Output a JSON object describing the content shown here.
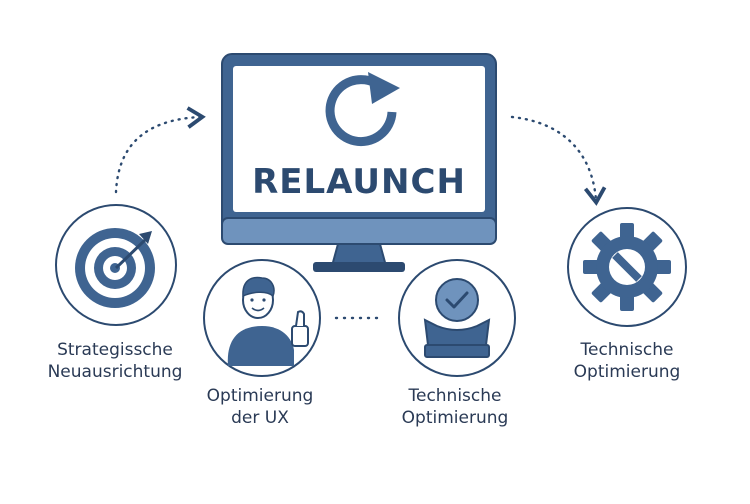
{
  "monitor": {
    "title": "RELAUNCH",
    "icon": "refresh-icon"
  },
  "nodes": [
    {
      "id": "strategy",
      "icon": "target-icon",
      "label_line1": "Strategissche",
      "label_line2": "Neuausrichtung"
    },
    {
      "id": "ux",
      "icon": "person-thumbs-up-icon",
      "label_line1": "Optimierung",
      "label_line2": "der UX"
    },
    {
      "id": "tech-check",
      "icon": "checkmark-badge-icon",
      "label_line1": "Technische",
      "label_line2": "Optimierung"
    },
    {
      "id": "tech-gear",
      "icon": "gear-icon",
      "label_line1": "Technische",
      "label_line2": "Optimierung"
    }
  ],
  "colors": {
    "primary": "#3f6491",
    "dark": "#2c4a70",
    "light": "#6f93bd",
    "screen": "#ffffff"
  }
}
